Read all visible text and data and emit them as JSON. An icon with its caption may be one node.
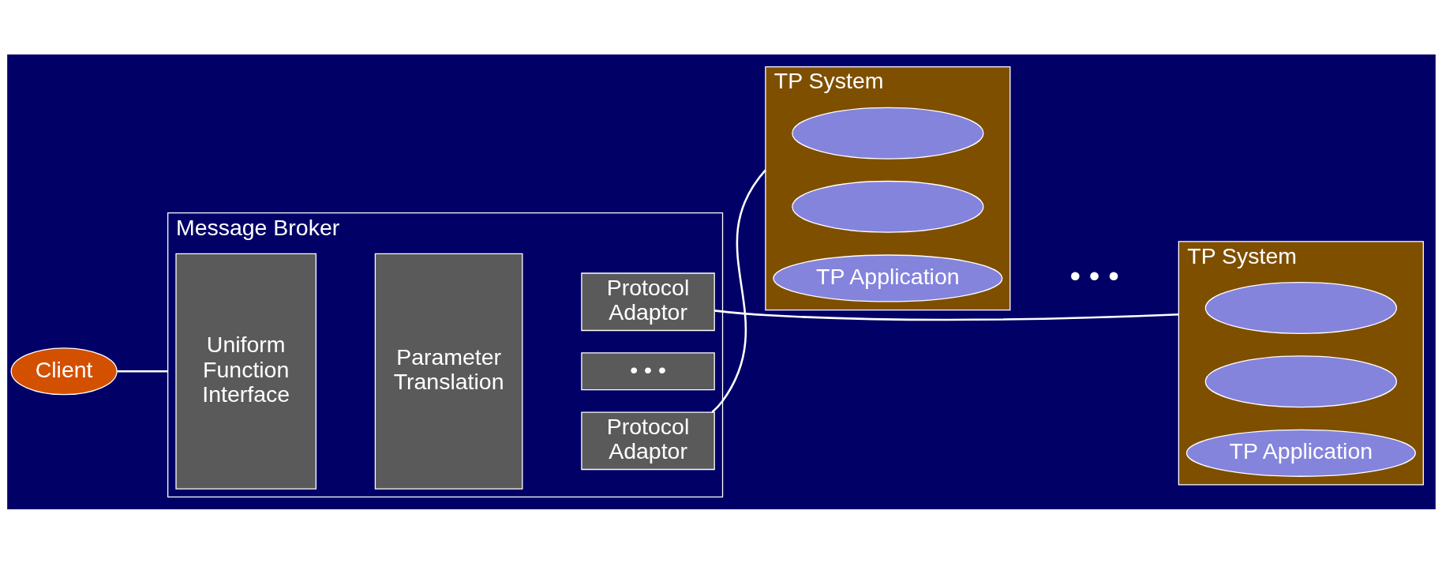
{
  "diagram": {
    "nodes": [
      {
        "text": [
          "Client"
        ]
      },
      {
        "text": [
          "Message Broker"
        ]
      },
      {
        "text": [
          "Uniform Function Interface"
        ],
        "in": 1
      },
      {
        "text": [
          "Parameter Translation"
        ],
        "in": 1
      },
      {
        "text": [
          "Protocol Adaptor"
        ],
        "in": 1
      },
      {
        "text": [
          "• • •"
        ],
        "in": 1
      },
      {
        "text": [
          "Protocol Adaptor"
        ],
        "in": 1
      },
      {
        "text": [
          "TP System"
        ]
      },
      {
        "text": [],
        "shape": "ellipse",
        "in": 7
      },
      {
        "text": [],
        "shape": "ellipse",
        "in": 7
      },
      {
        "text": [
          "TP Application"
        ],
        "in": 7
      },
      {
        "text": [
          "TP System"
        ]
      },
      {
        "text": [],
        "shape": "ellipse",
        "in": 11
      },
      {
        "text": [],
        "shape": "ellipse",
        "in": 11
      },
      {
        "text": [
          "TP Application"
        ],
        "in": 11
      }
    ],
    "edges": [
      {
        "from": 0,
        "to": 1,
        "arrow": "none"
      },
      {
        "from": 4,
        "to": 7,
        "arrow": "none"
      },
      {
        "from": 6,
        "to": 11,
        "arrow": "none"
      }
    ],
    "labels": [
      "• • •"
    ]
  }
}
